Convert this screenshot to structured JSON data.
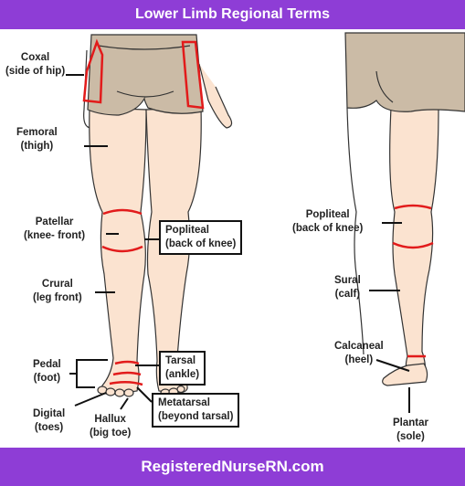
{
  "title": "Lower Limb Regional Terms",
  "footer": "RegisteredNurseRN.com",
  "colors": {
    "banner": "#8e3dd6",
    "highlight": "#e21b1b",
    "skin": "#fbe3d0",
    "shorts": "#cbbba6"
  },
  "labels": {
    "coxal": {
      "line1": "Coxal",
      "line2": "(side of hip)"
    },
    "femoral": {
      "line1": "Femoral",
      "line2": "(thigh)"
    },
    "patellar": {
      "line1": "Patellar",
      "line2": "(knee- front)"
    },
    "popliteal_front": {
      "line1": "Popliteal",
      "line2": "(back of knee)"
    },
    "crural": {
      "line1": "Crural",
      "line2": "(leg front)"
    },
    "pedal": {
      "line1": "Pedal",
      "line2": "(foot)"
    },
    "tarsal": {
      "line1": "Tarsal",
      "line2": "(ankle)"
    },
    "digital": {
      "line1": "Digital",
      "line2": "(toes)"
    },
    "metatarsal": {
      "line1": "Metatarsal",
      "line2": "(beyond tarsal)"
    },
    "hallux": {
      "line1": "Hallux",
      "line2": "(big toe)"
    },
    "popliteal_back": {
      "line1": "Popliteal",
      "line2": "(back of knee)"
    },
    "sural": {
      "line1": "Sural",
      "line2": "(calf)"
    },
    "calcaneal": {
      "line1": "Calcaneal",
      "line2": "(heel)"
    },
    "plantar": {
      "line1": "Plantar",
      "line2": "(sole)"
    }
  }
}
